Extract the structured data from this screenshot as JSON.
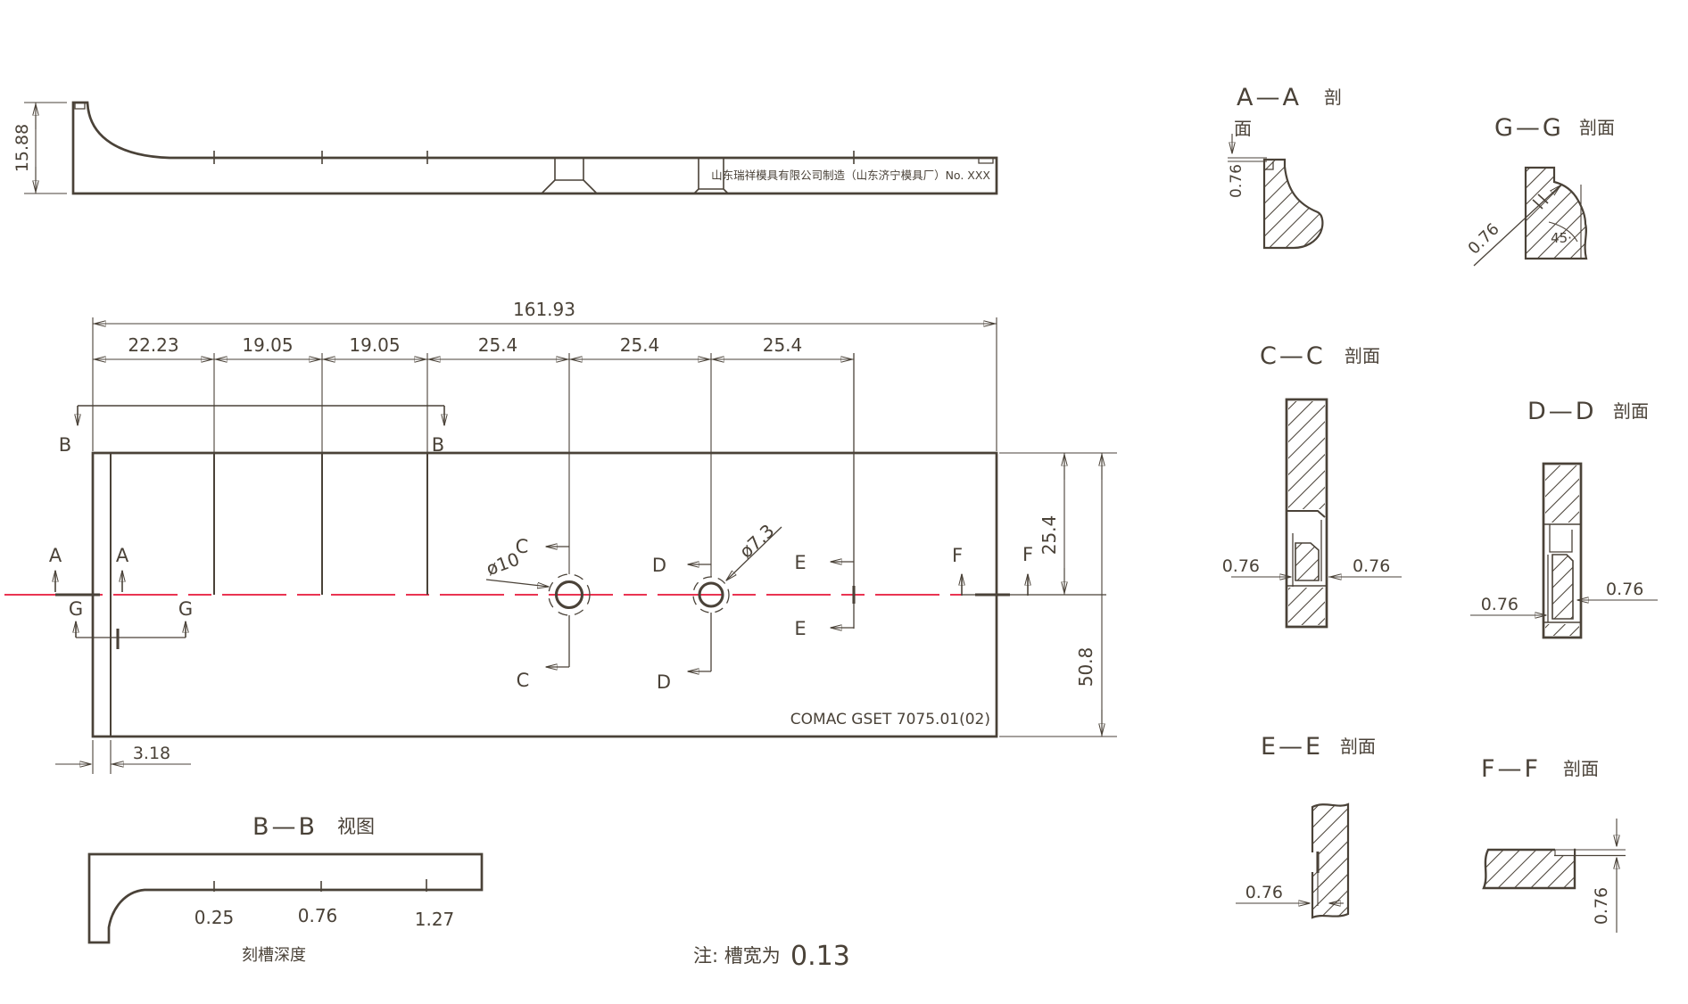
{
  "colors": {
    "ink": "#4a4238",
    "centerline_red": "#e8183a",
    "background": "#ffffff"
  },
  "side_view": {
    "height_dim": "15.88",
    "stamp": "山东瑞祥模具有限公司制造（山东济宁模具厂）No. XXX"
  },
  "plan_view": {
    "total_length": "161.93",
    "segments": [
      "22.23",
      "19.05",
      "19.05",
      "25.4",
      "25.4",
      "25.4"
    ],
    "half_width": "25.4",
    "full_width": "50.8",
    "edge_offset": "3.18",
    "hole1_dia": "ø10",
    "hole2_dia": "ø7.3",
    "part_number": "COMAC GSET 7075.01(02)",
    "labels": {
      "A": "A",
      "B": "B",
      "C": "C",
      "D": "D",
      "E": "E",
      "F": "F",
      "G": "G"
    }
  },
  "bb_view": {
    "title": "B—B",
    "title_suffix": "视图",
    "depths": [
      "0.25",
      "0.76",
      "1.27"
    ],
    "caption": "刻槽深度"
  },
  "note": {
    "prefix": "注: 槽宽为",
    "value": "0.13"
  },
  "sections": {
    "aa": {
      "title": "A—A",
      "suffix_line1": "剖",
      "suffix_line2": "面",
      "dim": "0.76"
    },
    "gg": {
      "title": "G—G",
      "suffix": "剖面",
      "dim": "0.76",
      "angle": "45·"
    },
    "cc": {
      "title": "C—C",
      "suffix": "剖面",
      "dim_left": "0.76",
      "dim_right": "0.76"
    },
    "dd": {
      "title": "D—D",
      "suffix": "剖面",
      "dim_left": "0.76",
      "dim_right": "0.76"
    },
    "ee": {
      "title": "E—E",
      "suffix": "剖面",
      "dim": "0.76"
    },
    "ff": {
      "title": "F—F",
      "suffix": "剖面",
      "dim": "0.76"
    }
  }
}
